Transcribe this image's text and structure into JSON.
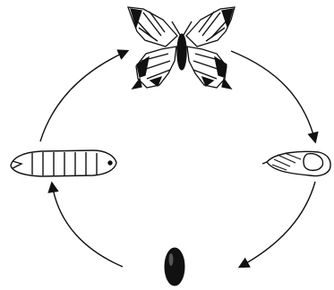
{
  "diagram": {
    "type": "life-cycle",
    "stages": [
      {
        "id": "adult",
        "icon": "butterfly-icon"
      },
      {
        "id": "egg",
        "icon": "egg-icon"
      },
      {
        "id": "larva",
        "icon": "larva-icon"
      },
      {
        "id": "pupa",
        "icon": "pupa-icon"
      }
    ],
    "stroke_color": "#111111",
    "background": "#ffffff",
    "arrow_direction": "clockwise"
  }
}
